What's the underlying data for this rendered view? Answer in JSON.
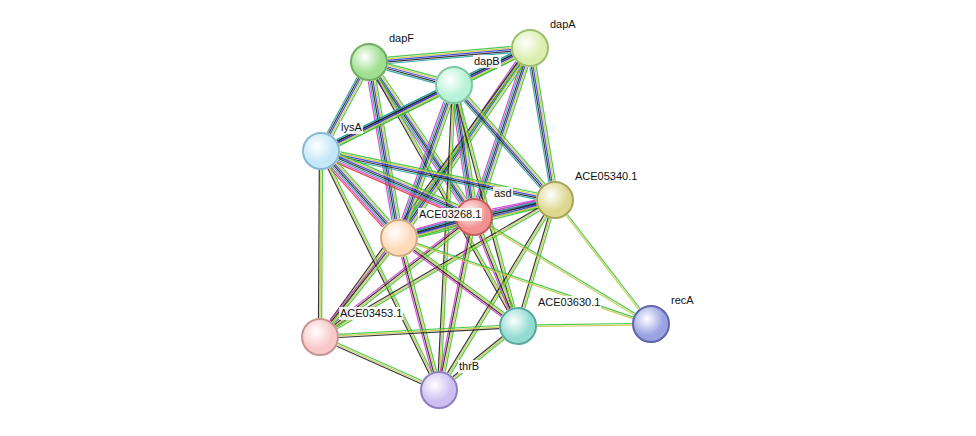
{
  "diagram": {
    "nodes": [
      {
        "text": [
          "dapF"
        ]
      },
      {
        "text": [
          "dapA"
        ]
      },
      {
        "text": [
          "dapB"
        ]
      },
      {
        "text": [
          "lysA"
        ]
      },
      {
        "text": [
          "ACE05340.1"
        ]
      },
      {
        "text": [
          "asd"
        ]
      },
      {
        "text": [
          "ACE03268.1"
        ]
      },
      {
        "text": [
          "recA"
        ]
      },
      {
        "text": [
          "ACE03453.1"
        ]
      },
      {
        "text": [
          "ACE03630.1"
        ]
      },
      {
        "text": [
          "thrB"
        ]
      }
    ],
    "edges": [
      {
        "from": 0,
        "to": 1,
        "arrow": "none"
      },
      {
        "from": 0,
        "to": 2,
        "arrow": "none"
      },
      {
        "from": 0,
        "to": 3,
        "arrow": "none"
      },
      {
        "from": 0,
        "to": 5,
        "arrow": "none"
      },
      {
        "from": 0,
        "to": 6,
        "arrow": "none"
      },
      {
        "from": 0,
        "to": 9,
        "arrow": "none"
      },
      {
        "from": 1,
        "to": 2,
        "arrow": "none"
      },
      {
        "from": 1,
        "to": 3,
        "arrow": "none"
      },
      {
        "from": 1,
        "to": 4,
        "arrow": "none"
      },
      {
        "from": 1,
        "to": 5,
        "arrow": "none"
      },
      {
        "from": 1,
        "to": 6,
        "arrow": "none"
      },
      {
        "from": 1,
        "to": 8,
        "arrow": "none"
      },
      {
        "from": 2,
        "to": 3,
        "arrow": "none"
      },
      {
        "from": 2,
        "to": 4,
        "arrow": "none"
      },
      {
        "from": 2,
        "to": 5,
        "arrow": "none"
      },
      {
        "from": 2,
        "to": 6,
        "arrow": "none"
      },
      {
        "from": 2,
        "to": 9,
        "arrow": "none"
      },
      {
        "from": 2,
        "to": 10,
        "arrow": "none"
      },
      {
        "from": 3,
        "to": 4,
        "arrow": "none"
      },
      {
        "from": 3,
        "to": 5,
        "arrow": "none"
      },
      {
        "from": 3,
        "to": 6,
        "arrow": "none"
      },
      {
        "from": 3,
        "to": 8,
        "arrow": "none"
      },
      {
        "from": 3,
        "to": 10,
        "arrow": "none"
      },
      {
        "from": 4,
        "to": 5,
        "arrow": "none"
      },
      {
        "from": 4,
        "to": 6,
        "arrow": "none"
      },
      {
        "from": 4,
        "to": 7,
        "arrow": "none"
      },
      {
        "from": 4,
        "to": 8,
        "arrow": "none"
      },
      {
        "from": 4,
        "to": 9,
        "arrow": "none"
      },
      {
        "from": 4,
        "to": 10,
        "arrow": "none"
      },
      {
        "from": 5,
        "to": 6,
        "arrow": "none"
      },
      {
        "from": 5,
        "to": 7,
        "arrow": "none"
      },
      {
        "from": 5,
        "to": 8,
        "arrow": "none"
      },
      {
        "from": 5,
        "to": 9,
        "arrow": "none"
      },
      {
        "from": 5,
        "to": 10,
        "arrow": "none"
      },
      {
        "from": 6,
        "to": 7,
        "arrow": "none"
      },
      {
        "from": 6,
        "to": 8,
        "arrow": "none"
      },
      {
        "from": 6,
        "to": 9,
        "arrow": "none"
      },
      {
        "from": 6,
        "to": 10,
        "arrow": "none"
      },
      {
        "from": 8,
        "to": 9,
        "arrow": "none"
      },
      {
        "from": 8,
        "to": 10,
        "arrow": "none"
      },
      {
        "from": 9,
        "to": 7,
        "arrow": "none"
      },
      {
        "from": 9,
        "to": 10,
        "arrow": "none"
      }
    ]
  }
}
